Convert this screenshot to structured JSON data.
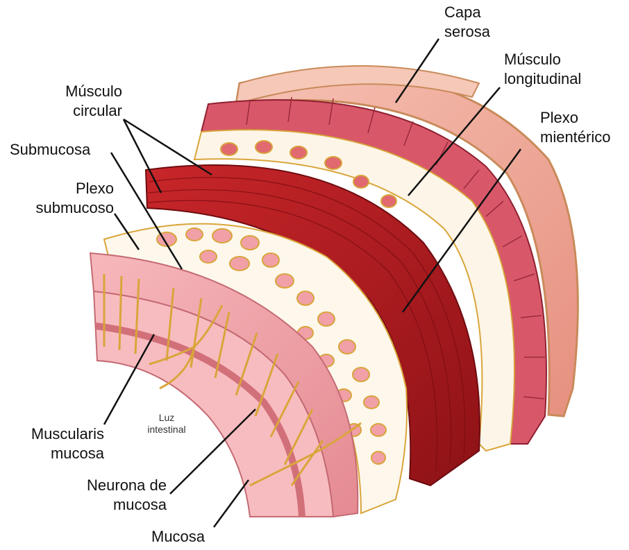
{
  "labels": {
    "capa_serosa": [
      "Capa",
      "serosa"
    ],
    "musculo_longitudinal": [
      "Músculo",
      "longitudinal"
    ],
    "plexo_mienterico": [
      "Plexo",
      "mientérico"
    ],
    "musculo_circular": [
      "Músculo",
      "circular"
    ],
    "submucosa": [
      "Submucosa"
    ],
    "plexo_submucoso": [
      "Plexo",
      "submucoso"
    ],
    "muscularis_mucosa": [
      "Muscularis",
      "mucosa"
    ],
    "neurona_de_mucosa": [
      "Neurona de",
      "mucosa"
    ],
    "mucosa": [
      "Mucosa"
    ],
    "luz_intestinal": [
      "Luz",
      "intestinal"
    ]
  },
  "colors": {
    "serosa": "#f0a89a",
    "serosa_rim": "#c98a5a",
    "longitudinal": "#d8586a",
    "circular": "#b81e22",
    "circular_dark": "#8a1014",
    "submucosa": "#fdf7ec",
    "nerve": "#d9a53a",
    "mucosa": "#f2a0a6",
    "mucosa_dark": "#d2707a",
    "leader": "#111111"
  }
}
